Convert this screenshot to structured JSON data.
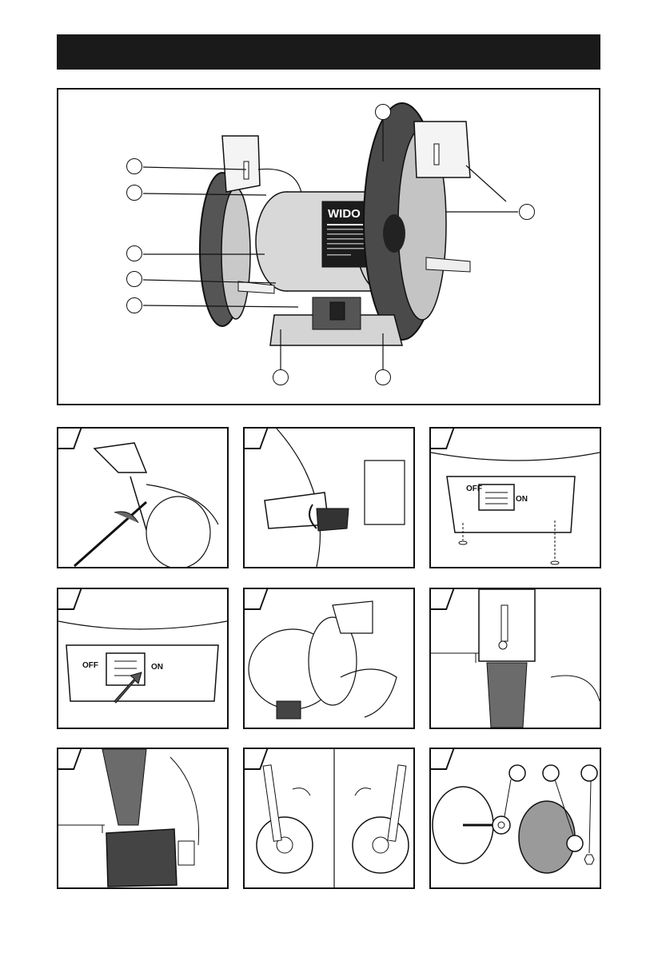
{
  "brand": {
    "logo_text": "WIDO"
  },
  "switch": {
    "off_label": "OFF",
    "on_label": "ON"
  },
  "figures": [
    {
      "id": "fig-1"
    },
    {
      "id": "fig-2"
    },
    {
      "id": "fig-3"
    },
    {
      "id": "fig-4"
    },
    {
      "id": "fig-5"
    },
    {
      "id": "fig-6"
    },
    {
      "id": "fig-7"
    },
    {
      "id": "fig-8"
    },
    {
      "id": "fig-9"
    }
  ]
}
